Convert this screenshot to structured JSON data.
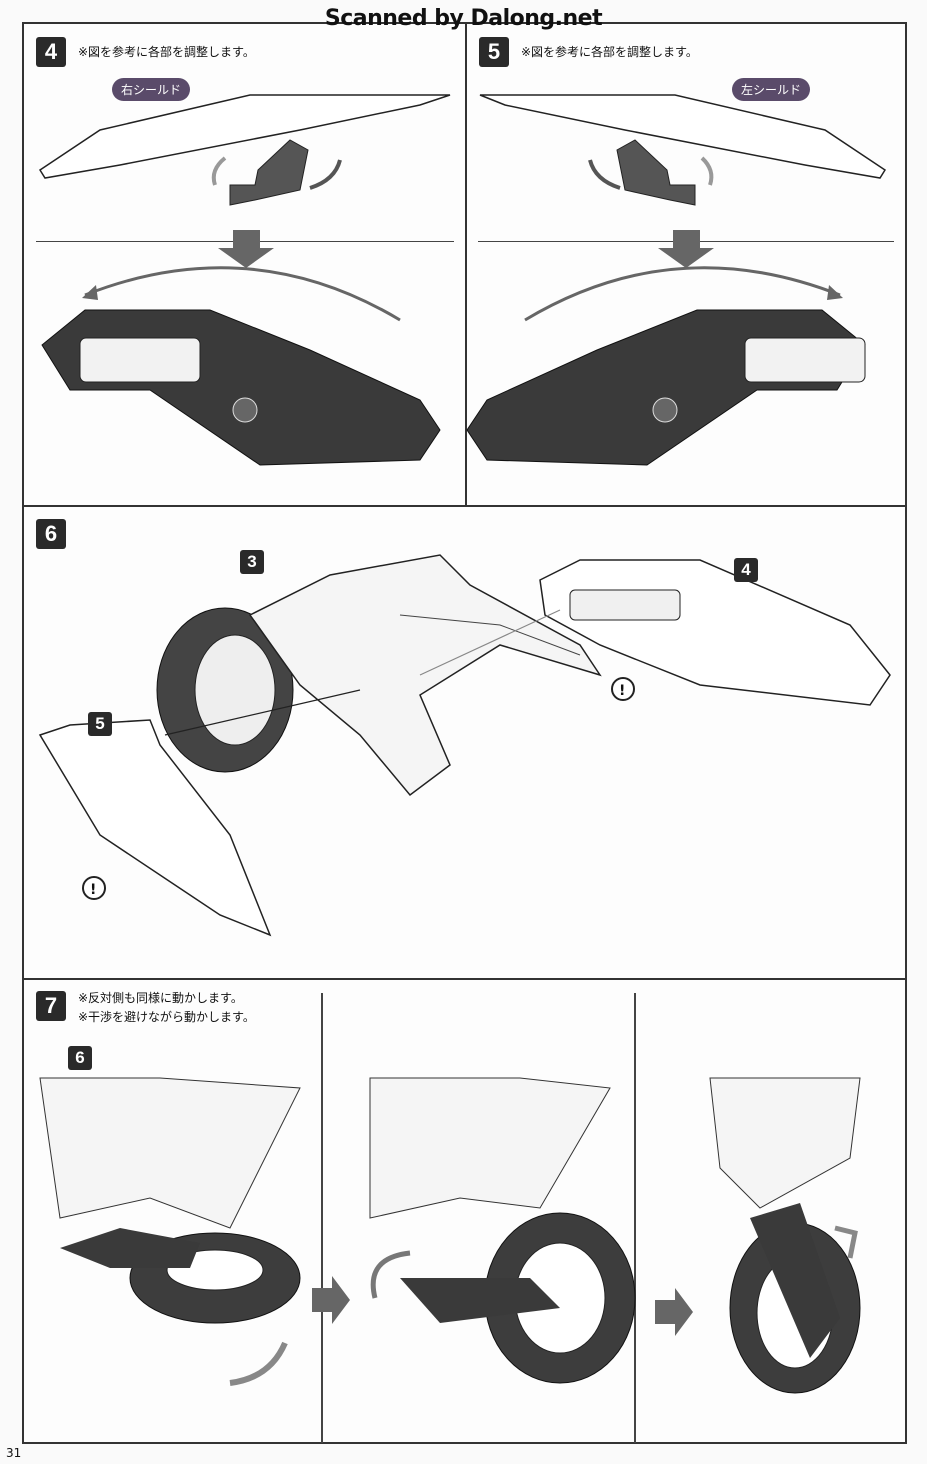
{
  "watermark": "Scanned by Dalong.net",
  "steps": [
    {
      "number": "4",
      "note": "※図を参考に各部を調整します。",
      "label": "右シールド"
    },
    {
      "number": "5",
      "note": "※図を参考に各部を調整します。",
      "label": "左シールド"
    },
    {
      "number": "6",
      "callouts": [
        "3",
        "4",
        "5"
      ]
    },
    {
      "number": "7",
      "notes": [
        "※反対側も同様に動かします。",
        "※干渉を避けながら動かします。"
      ],
      "callout": "6"
    }
  ],
  "page_number": "31",
  "colors": {
    "frame": "#333333",
    "part_dark": "#3a3a3a",
    "arrow": "#777777",
    "label_bg": "#5a4b6a"
  }
}
